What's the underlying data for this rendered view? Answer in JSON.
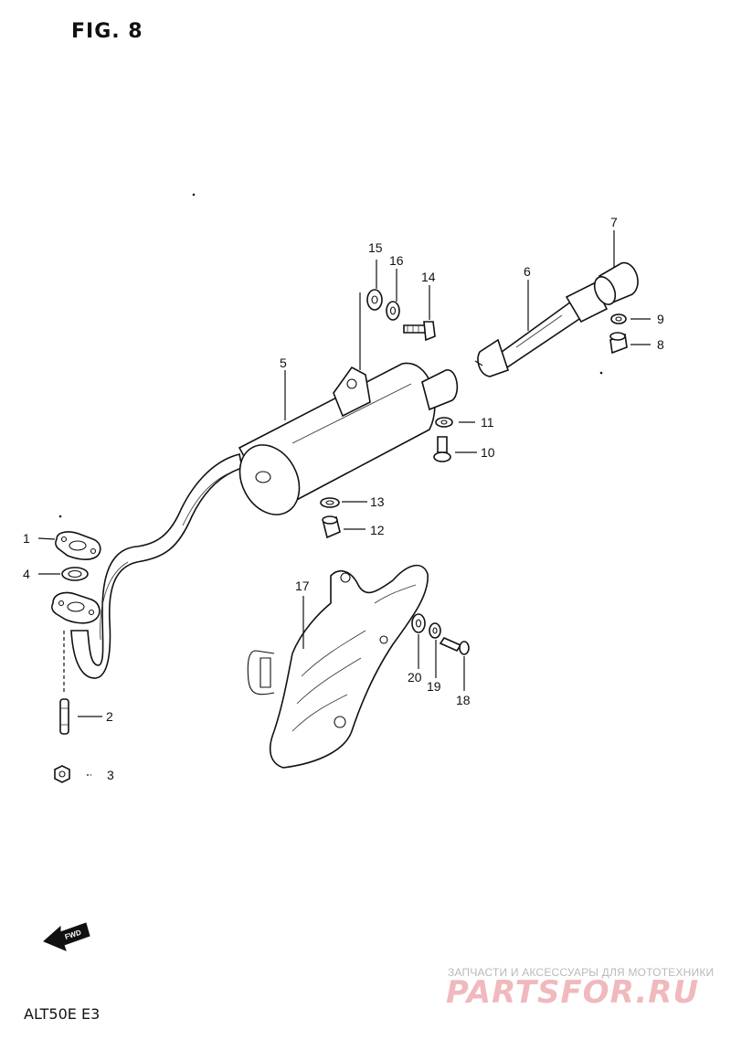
{
  "figure_title": "FIG. 8",
  "model_code": "ALT50E  E3",
  "fwd_label": "FWD",
  "watermark": {
    "subtitle": "ЗАПЧАСТИ И АКСЕССУАРЫ ДЛЯ МОТОТЕХНИКИ",
    "brand": "PARTSFOR.RU"
  },
  "callouts": [
    "1",
    "2",
    "3",
    "4",
    "5",
    "6",
    "7",
    "8",
    "9",
    "10",
    "11",
    "12",
    "13",
    "14",
    "15",
    "16",
    "17",
    "18",
    "19",
    "20"
  ]
}
